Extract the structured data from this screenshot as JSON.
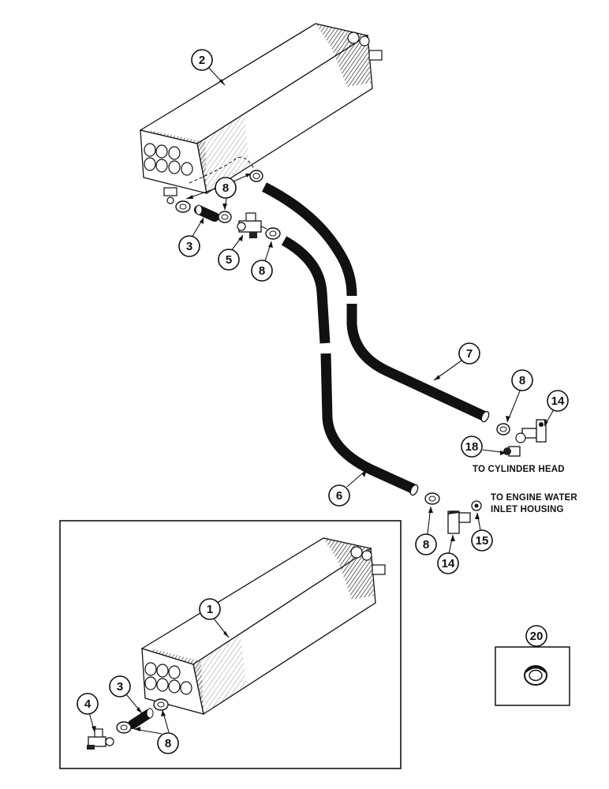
{
  "callouts": {
    "c1": "1",
    "c2": "2",
    "c3a": "3",
    "c3b": "3",
    "c4": "4",
    "c5": "5",
    "c6": "6",
    "c7": "7",
    "c8a": "8",
    "c8b": "8",
    "c8c": "8",
    "c8d": "8",
    "c8e": "8",
    "c14a": "14",
    "c14b": "14",
    "c15": "15",
    "c18": "18",
    "c20": "20"
  },
  "labels": {
    "cylinder_head": "TO CYLINDER HEAD",
    "engine_water_line1": "TO ENGINE WATER",
    "engine_water_line2": "INLET HOUSING"
  }
}
